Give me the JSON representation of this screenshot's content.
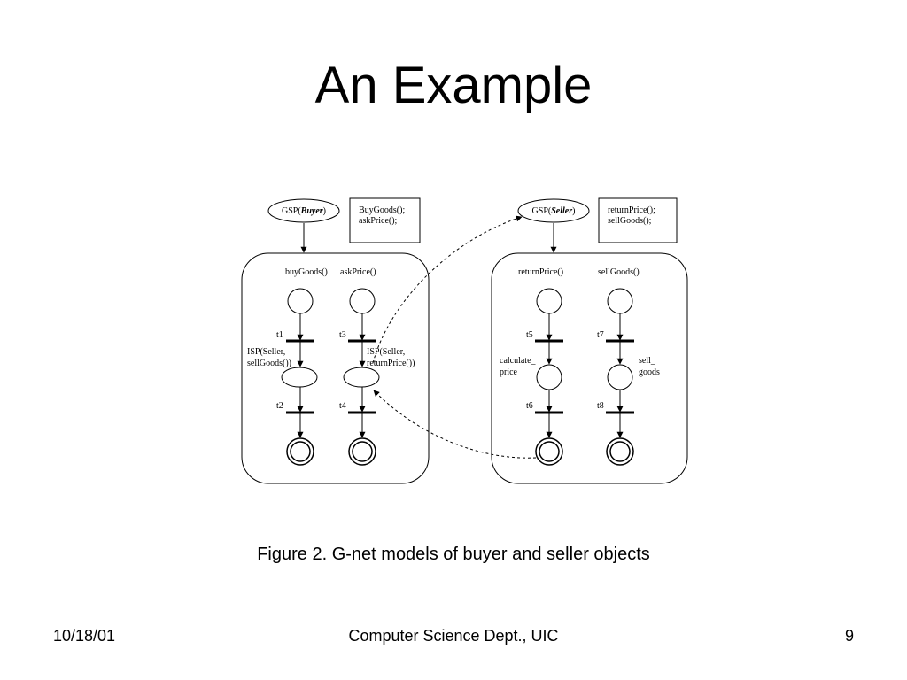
{
  "slide": {
    "title": "An Example",
    "caption": "Figure 2. G-net models of buyer and seller objects",
    "footer": {
      "date": "10/18/01",
      "center": "Computer Science Dept., UIC",
      "page": "9"
    }
  },
  "diagram": {
    "buyer": {
      "gsp_prefix": "GSP(",
      "gsp_name": "Buyer",
      "gsp_suffix": ")",
      "methods_box": [
        "BuyGoods();",
        "askPrice();"
      ],
      "method_labels": [
        "buyGoods()",
        "askPrice()"
      ],
      "transitions": [
        "t1",
        "t2",
        "t3",
        "t4"
      ],
      "isp_left": [
        "ISP(Seller,",
        "sellGoods())"
      ],
      "isp_right": [
        "ISP(Seller,",
        "returnPrice())"
      ]
    },
    "seller": {
      "gsp_prefix": "GSP(",
      "gsp_name": "Seller",
      "gsp_suffix": ")",
      "methods_box": [
        "returnPrice();",
        "sellGoods();"
      ],
      "method_labels": [
        "returnPrice()",
        "sellGoods()"
      ],
      "transitions": [
        "t5",
        "t6",
        "t7",
        "t8"
      ],
      "place_left": [
        "calculate_",
        "price"
      ],
      "place_right": [
        "sell_",
        "goods"
      ]
    }
  }
}
